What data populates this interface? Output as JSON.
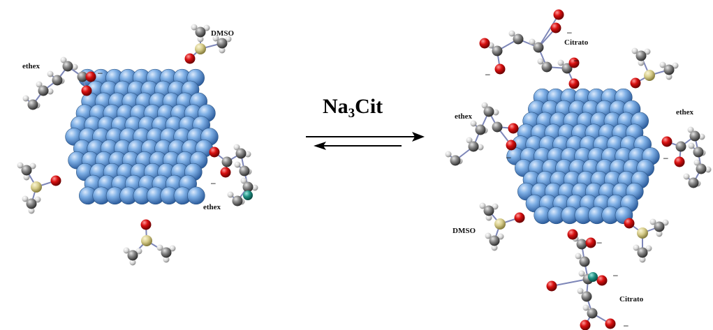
{
  "reagent": {
    "symbol": "Na",
    "subscript": "3",
    "rest": "Cit"
  },
  "labels": {
    "ethex": "ethex",
    "dmso": "DMSO",
    "citrato": "Citrato",
    "minus": "–"
  },
  "colors": {
    "nanoparticle": "#6b9fdc",
    "oxygen": "#d10d0d",
    "carbon": "#8c8c8c",
    "hydrogen": "#e8e8e8",
    "sulfur": "#d6cc8a",
    "metal": "#1f8f82"
  }
}
